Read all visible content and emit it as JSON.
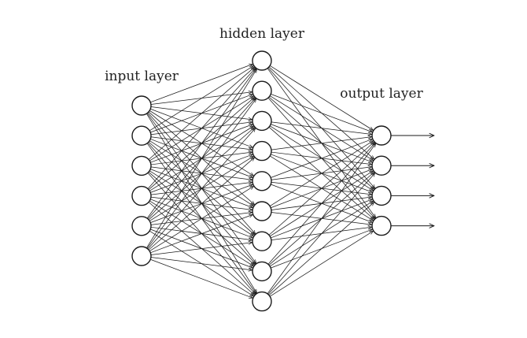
{
  "labels": {
    "input": "input layer",
    "hidden": "hidden layer",
    "output": "output layer"
  },
  "network": {
    "input_nodes": 6,
    "hidden_nodes": 9,
    "output_nodes": 4,
    "connectivity": "fully-connected",
    "output_arrows": 4
  },
  "colors": {
    "stroke": "#1a1a1a",
    "node_fill": "#ffffff",
    "background": "#ffffff"
  }
}
